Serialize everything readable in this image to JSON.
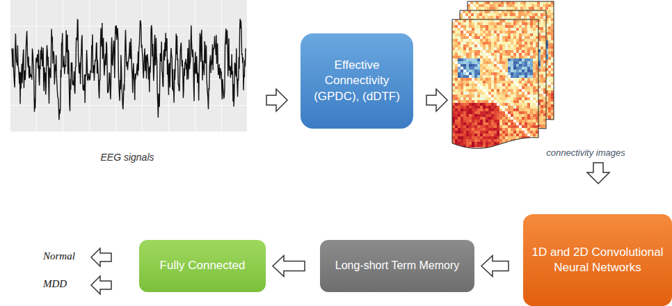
{
  "diagram": {
    "nodes": [
      {
        "text": [
          "Effective Connectivity (GPDC), (dDTF)"
        ]
      },
      {
        "text": [
          "1D and 2D Convolutional Neural Networks"
        ]
      },
      {
        "text": [
          "Long-short Term Memory"
        ]
      },
      {
        "text": [
          "Fully Connected"
        ]
      }
    ],
    "edges": [
      {
        "from": 1,
        "to": 2,
        "arrow": "to"
      },
      {
        "from": 2,
        "to": 3,
        "arrow": "to"
      }
    ],
    "labels": [
      "EEG signals",
      "connectivity images",
      "Normal",
      "MDD"
    ]
  }
}
